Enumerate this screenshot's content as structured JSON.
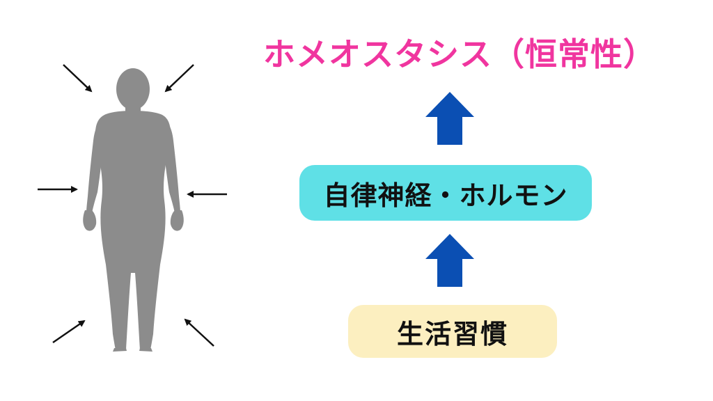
{
  "title": {
    "text": "ホメオスタシス（恒常性）",
    "color": "#f0359f"
  },
  "middle_box": {
    "label": "自律神経・ホルモン",
    "color": "#5fe0e6"
  },
  "bottom_box": {
    "label": "生活習慣",
    "color": "#fcefc0"
  },
  "colors": {
    "up_arrow": "#0b4fb3",
    "body_silhouette": "#8c8c8c",
    "pressure_arrows": "#111111"
  },
  "icons": {
    "figure": "human-body-silhouette-icon",
    "pressure": "inward-arrow-icon",
    "flow": "up-arrow-icon"
  }
}
